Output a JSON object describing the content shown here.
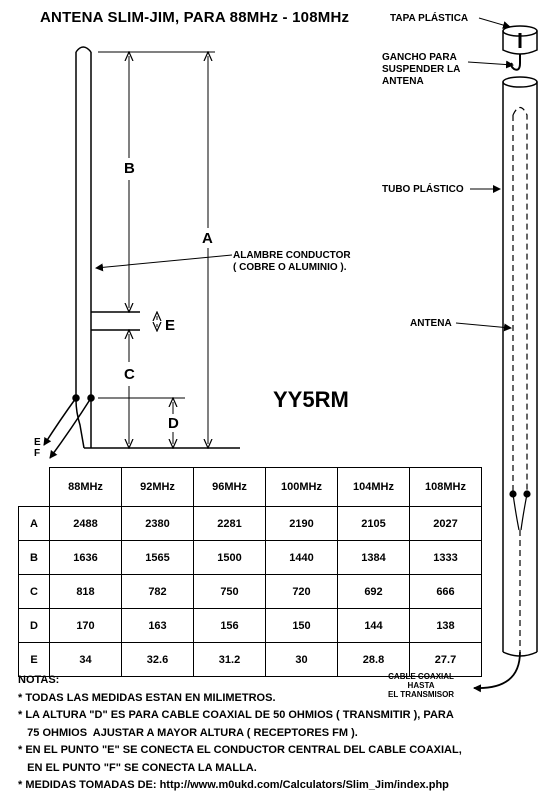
{
  "title": "ANTENA SLIM-JIM, PARA 88MHz - 108MHz",
  "callsign": "YY5RM",
  "labels": {
    "cap": "TAPA PLÁSTICA",
    "hook": [
      "GANCHO PARA",
      "SUSPENDER LA",
      "ANTENA"
    ],
    "wire": [
      "ALAMBRE CONDUCTOR",
      "( COBRE O ALUMINIO )."
    ],
    "tube": "TUBO PLÁSTICO",
    "antenna": "ANTENA",
    "coax": [
      "CABLE COAXIAL",
      "HASTA",
      "EL TRANSMISOR"
    ]
  },
  "dimensions": {
    "a": "A",
    "b": "B",
    "c": "C",
    "d": "D",
    "e": "E"
  },
  "feed_points": {
    "e": "E",
    "f": "F"
  },
  "table": {
    "columns": [
      "88MHz",
      "92MHz",
      "96MHz",
      "100MHz",
      "104MHz",
      "108MHz"
    ],
    "rows": [
      {
        "label": "A",
        "values": [
          "2488",
          "2380",
          "2281",
          "2190",
          "2105",
          "2027"
        ]
      },
      {
        "label": "B",
        "values": [
          "1636",
          "1565",
          "1500",
          "1440",
          "1384",
          "1333"
        ]
      },
      {
        "label": "C",
        "values": [
          "818",
          "782",
          "750",
          "720",
          "692",
          "666"
        ]
      },
      {
        "label": "D",
        "values": [
          "170",
          "163",
          "156",
          "150",
          "144",
          "138"
        ]
      },
      {
        "label": "E",
        "values": [
          "34",
          "32.6",
          "31.2",
          "30",
          "28.8",
          "27.7"
        ]
      }
    ]
  },
  "notes": {
    "heading": "NOTAS:",
    "lines": [
      "* TODAS LAS MEDIDAS ESTAN EN MILIMETROS.",
      "* LA ALTURA \"D\" ES PARA CABLE COAXIAL DE 50 OHMIOS ( TRANSMITIR ),  PARA",
      "   75 OHMIOS  AJUSTAR A MAYOR ALTURA ( RECEPTORES FM ).",
      "* EN EL PUNTO \"E\" SE CONECTA EL CONDUCTOR CENTRAL DEL CABLE   COAXIAL,",
      "   EN EL PUNTO \"F\" SE CONECTA LA MALLA.",
      "* MEDIDAS TOMADAS DE:  http://www.m0ukd.com/Calculators/Slim_Jim/index.php"
    ]
  }
}
